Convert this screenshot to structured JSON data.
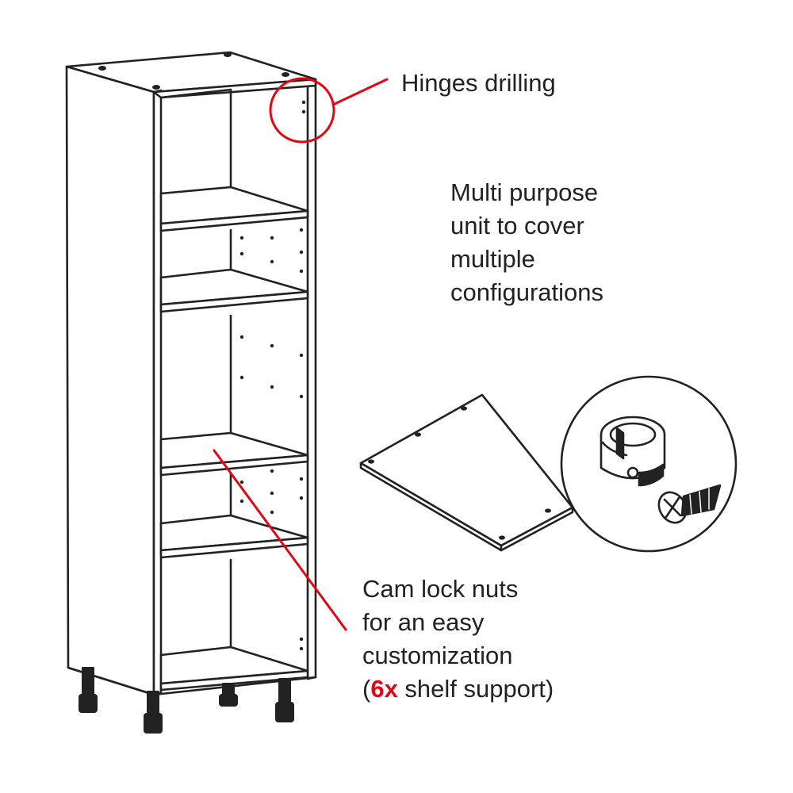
{
  "labels": {
    "hinges": "Hinges drilling",
    "multi_purpose": [
      "Multi purpose",
      "unit to cover",
      "multiple",
      "configurations"
    ],
    "cam_lock": {
      "line1": "Cam lock nuts",
      "line2": "for an easy",
      "line3": "customization",
      "line4_open": "(",
      "line4_highlight": "6x",
      "line4_rest": " shelf support)"
    }
  },
  "colors": {
    "ink": "#222222",
    "accent": "#e30613",
    "background": "#ffffff"
  }
}
